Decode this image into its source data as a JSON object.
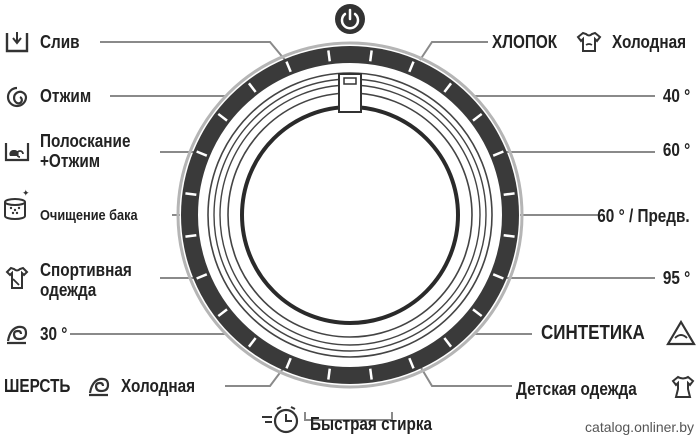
{
  "power": {
    "icon": "power-icon"
  },
  "left_programs": [
    {
      "label": "Слив",
      "icon": "drain-icon"
    },
    {
      "label": "Отжим",
      "icon": "spin-icon"
    },
    {
      "label": "Полоскание\n+Отжим",
      "icon": "rinse-spin-icon"
    },
    {
      "label": "Очищение бака",
      "icon": "drum-clean-icon"
    },
    {
      "label": "Спортивная\nодежда",
      "icon": "sportswear-icon"
    },
    {
      "label": "30 °",
      "icon": "wool-30-icon"
    }
  ],
  "wool": {
    "name": "ШЕРСТЬ",
    "icon": "wool-icon",
    "temp": "Холодная"
  },
  "cotton": {
    "name": "ХЛОПОК",
    "icon": "cotton-shirt-icon",
    "temp": "Холодная"
  },
  "right_programs": [
    {
      "label": "40 °"
    },
    {
      "label": "60 °"
    },
    {
      "label": "60 ° / Предв."
    },
    {
      "label": "95 °"
    }
  ],
  "synthetics": {
    "name": "СИНТЕТИКА",
    "icon": "synthetics-icon"
  },
  "baby": {
    "label": "Детская одежда",
    "icon": "baby-clothes-icon"
  },
  "quick": {
    "label": "Быстрая стирка",
    "icon": "quick-wash-clock-icon"
  },
  "watermark": "catalog.onliner.by",
  "colors": {
    "ring": "#3a3a3a",
    "line": "#7a7a7a",
    "text": "#222222"
  }
}
